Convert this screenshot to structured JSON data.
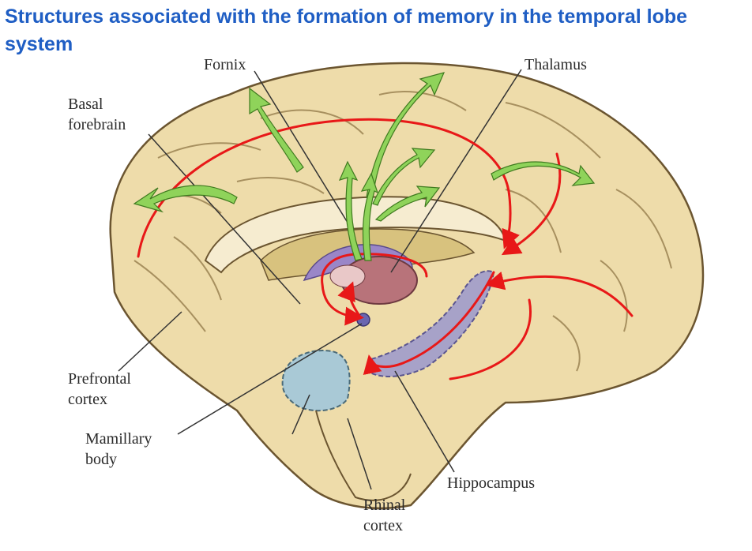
{
  "title": "Structures associated with the formation of memory in the temporal lobe system",
  "labels": {
    "fornix": "Fornix",
    "thalamus": "Thalamus",
    "basal_forebrain_1": "Basal",
    "basal_forebrain_2": "forebrain",
    "prefrontal_1": "Prefrontal",
    "prefrontal_2": "cortex",
    "mamillary_1": "Mamillary",
    "mamillary_2": "body",
    "hippocampus": "Hippocampus",
    "rhinal_1": "Rhinal",
    "rhinal_2": "cortex"
  },
  "colors": {
    "title": "#1f5ec4",
    "brain": "#eedcaa",
    "brain_outline": "#6b5530",
    "pathway_arrows": "#e81818",
    "projection_arrows": "#8fd35a",
    "thalamus": "#b8737a",
    "hippocampus": "#a7a2c8",
    "mamillary": "#a9c9d6"
  }
}
